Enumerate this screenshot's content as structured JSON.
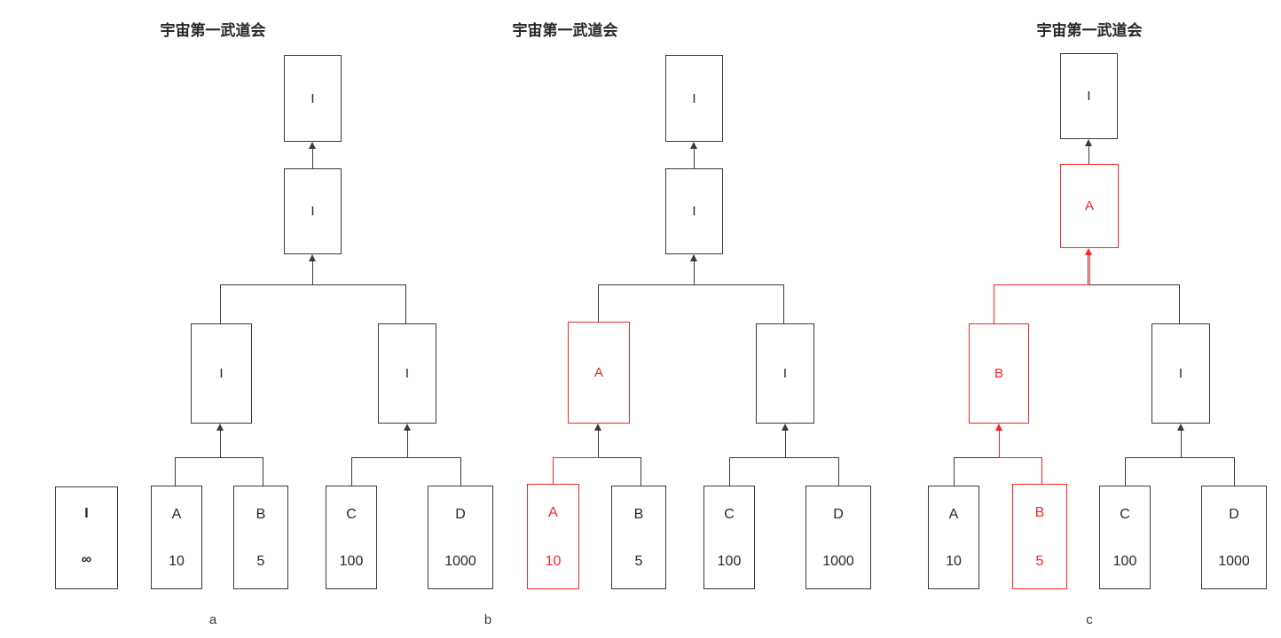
{
  "accent_color": "#fb2424",
  "line_color": "#3a3a3a",
  "panels": [
    {
      "id": "a",
      "title": "宇宙第一武道会",
      "label": "a",
      "legend": {
        "symbol": "I",
        "value": "∞"
      },
      "root": {
        "label": "I",
        "highlight": false
      },
      "level2": {
        "label": "I",
        "highlight": false
      },
      "internal_left": {
        "label": "I",
        "highlight": false
      },
      "internal_right": {
        "label": "I",
        "highlight": false
      },
      "leaves": [
        {
          "name": "A",
          "value": "10",
          "highlight": false
        },
        {
          "name": "B",
          "value": "5",
          "highlight": false
        },
        {
          "name": "C",
          "value": "100",
          "highlight": false
        },
        {
          "name": "D",
          "value": "1000",
          "highlight": false
        }
      ]
    },
    {
      "id": "b",
      "title": "宇宙第一武道会",
      "label": "b",
      "root": {
        "label": "I",
        "highlight": false
      },
      "level2": {
        "label": "I",
        "highlight": false
      },
      "internal_left": {
        "label": "A",
        "highlight": true
      },
      "internal_right": {
        "label": "I",
        "highlight": false
      },
      "leaves": [
        {
          "name": "A",
          "value": "10",
          "highlight": true
        },
        {
          "name": "B",
          "value": "5",
          "highlight": false
        },
        {
          "name": "C",
          "value": "100",
          "highlight": false
        },
        {
          "name": "D",
          "value": "1000",
          "highlight": false
        }
      ]
    },
    {
      "id": "c",
      "title": "宇宙第一武道会",
      "label": "c",
      "root": {
        "label": "I",
        "highlight": false
      },
      "level2": {
        "label": "A",
        "highlight": true
      },
      "internal_left": {
        "label": "B",
        "highlight": true
      },
      "internal_right": {
        "label": "I",
        "highlight": false
      },
      "leaves": [
        {
          "name": "A",
          "value": "10",
          "highlight": false
        },
        {
          "name": "B",
          "value": "5",
          "highlight": true
        },
        {
          "name": "C",
          "value": "100",
          "highlight": false
        },
        {
          "name": "D",
          "value": "1000",
          "highlight": false
        }
      ]
    }
  ]
}
